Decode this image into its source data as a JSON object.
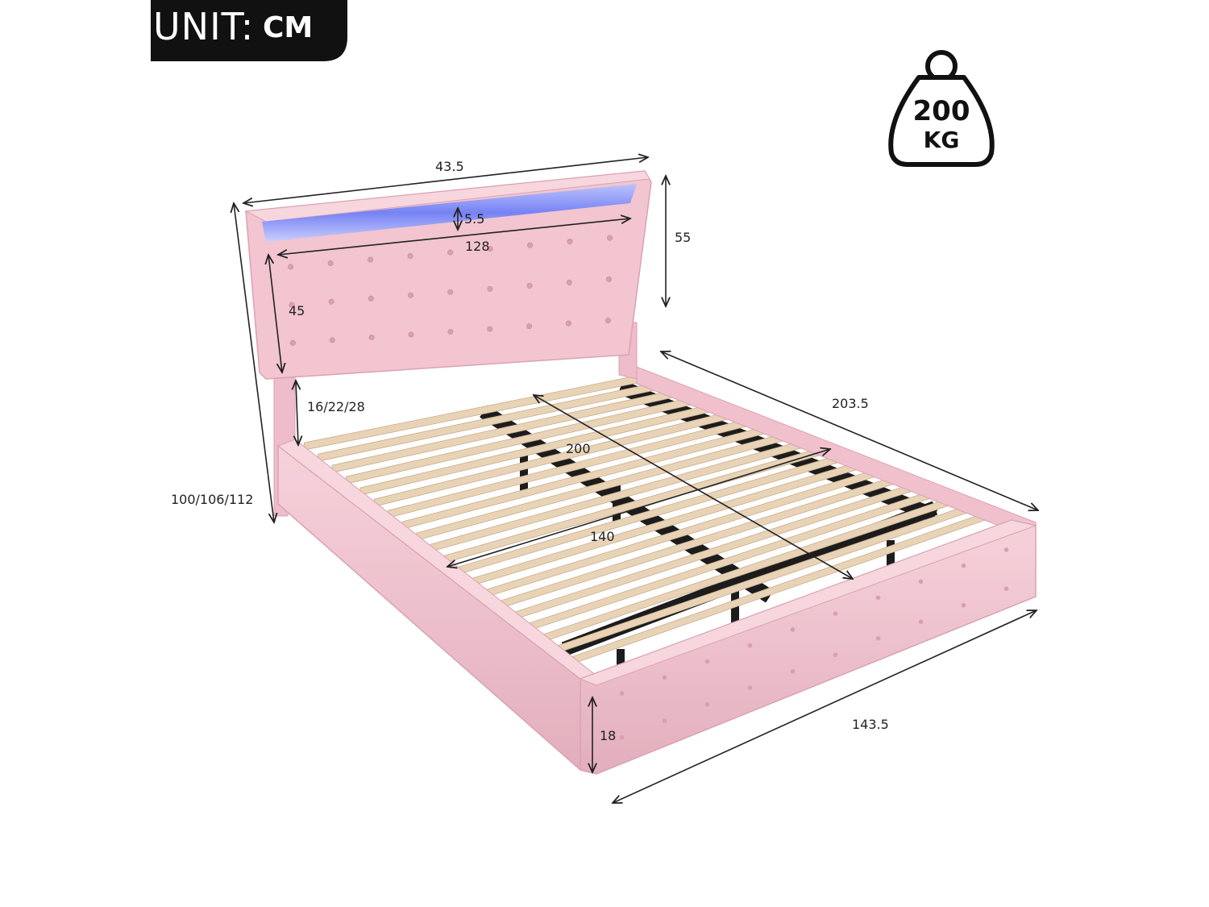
{
  "unit_label": {
    "prefix": "UNIT:",
    "unit": "CM"
  },
  "weight_icon": {
    "icon": "weight-icon",
    "value": "200",
    "unit": "KG"
  },
  "dimensions": {
    "headboard_top_width": "43.5",
    "light_strip_height": "5.5",
    "headboard_width": "128",
    "headboard_height": "55",
    "headboard_panel_height": "45",
    "adjustable_clearance": "16/22/28",
    "total_height": "100/106/112",
    "total_length": "203.5",
    "mattress_length": "200",
    "mattress_width": "140",
    "total_width": "143.5",
    "side_rail_height": "18"
  },
  "colors": {
    "upholstery": "#f2c5d0",
    "upholstery_shadow": "#d9a3b2",
    "slat": "#e8d3b6",
    "led": "#7c8dff",
    "frame_metal": "#1c1c1c",
    "badge": "#111111"
  }
}
